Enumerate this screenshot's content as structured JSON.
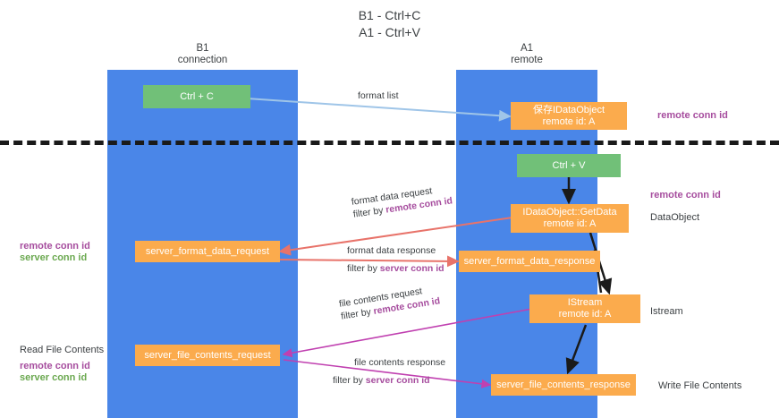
{
  "title": {
    "line1": "B1 - Ctrl+C",
    "line2": "A1 - Ctrl+V"
  },
  "lanes": [
    {
      "name": "b1",
      "line1": "B1",
      "line2": "connection"
    },
    {
      "name": "a1",
      "line1": "A1",
      "line2": "remote"
    }
  ],
  "nodes": {
    "ctrl_c": {
      "line1": "Ctrl + C",
      "line2": ""
    },
    "data_object_save": {
      "line1": "保存IDataObject",
      "line2": "remote id: A"
    },
    "ctrl_v": {
      "line1": "Ctrl + V",
      "line2": ""
    },
    "getdata": {
      "line1": "IDataObject::GetData",
      "line2": "remote id: A"
    },
    "server_format_data_request": {
      "line1": "server_format_data_request",
      "line2": ""
    },
    "server_format_data_response": {
      "line1": "server_format_data_response",
      "line2": ""
    },
    "istream": {
      "line1": "IStream",
      "line2": "remote id: A"
    },
    "server_file_contents_request": {
      "line1": "server_file_contents_request",
      "line2": ""
    },
    "server_file_contents_response": {
      "line1": "server_file_contents_response",
      "line2": ""
    }
  },
  "right_labels": {
    "remote_conn_id_top": "remote conn id",
    "remote_conn_id_mid": "remote conn id",
    "data_object": "DataObject",
    "istream": "Istream",
    "write_file_contents": "Write File Contents"
  },
  "left_labels": {
    "remote_conn_id_1": "remote conn id",
    "server_conn_id_1": "server conn id",
    "read_file_contents": "Read File Contents",
    "remote_conn_id_2": "remote conn id",
    "server_conn_id_2": "server conn id"
  },
  "edges": {
    "format_list": "format list",
    "format_data_request": "format data request",
    "format_data_request_filter_prefix": "filter by ",
    "format_data_request_filter_key": "remote conn id",
    "format_data_response": "format data response",
    "format_data_response_filter_prefix": "filter by ",
    "format_data_response_filter_key": "server conn id",
    "file_contents_request": "file contents request",
    "file_contents_request_filter_prefix": "filter by ",
    "file_contents_request_filter_key": "remote conn id",
    "file_contents_response": "file contents response",
    "file_contents_response_filter_prefix": "filter by ",
    "file_contents_response_filter_key": "server conn id"
  },
  "colors": {
    "lane": "#4a86e8",
    "node_green": "#71c078",
    "node_orange": "#fbab4d",
    "remote_conn_id": "#a64d9e",
    "server_conn_id": "#6aa84f",
    "arrow_blue": "#9fc5e8",
    "arrow_red": "#e8736a",
    "arrow_magenta": "#c040b0",
    "arrow_black": "#1a1a1a",
    "divider": "#1a1a1a"
  }
}
